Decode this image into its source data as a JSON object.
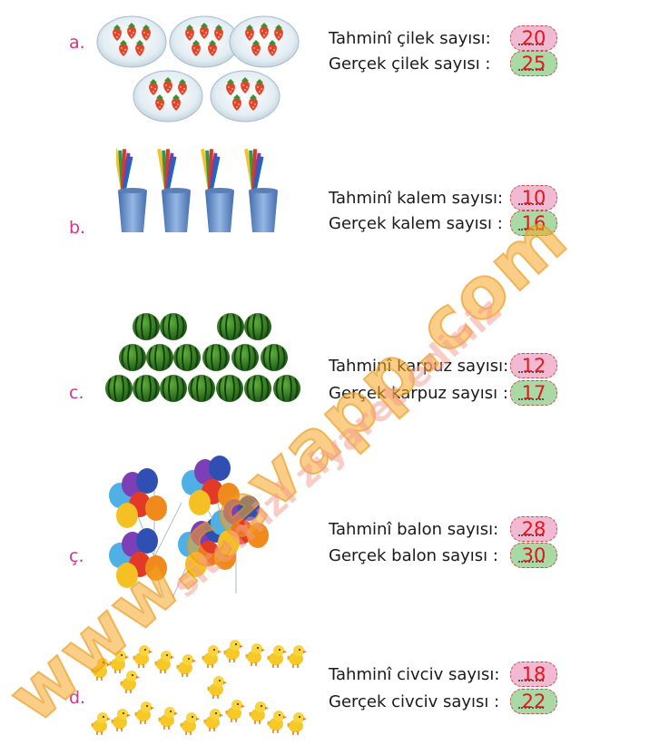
{
  "colors": {
    "label": "#d6338a",
    "estimate_bg": "#f2b9d2",
    "actual_bg": "#a9d9a4",
    "answer": "#e8141b",
    "watermark": "#f5a623"
  },
  "watermark": {
    "main": "www.cevapp.com",
    "secondary": "sitemizi ziyaret ediniz"
  },
  "items": [
    {
      "label": "a.",
      "illustration": "strawberry-plates-icon",
      "estimate_text": "Tahminî çilek sayısı:",
      "estimate_value": "20",
      "actual_text": "Gerçek çilek sayısı :",
      "actual_value": "25"
    },
    {
      "label": "b.",
      "illustration": "pencil-cups-icon",
      "estimate_text": "Tahminî kalem sayısı:",
      "estimate_value": "10",
      "actual_text": "Gerçek kalem sayısı :",
      "actual_value": "16"
    },
    {
      "label": "c.",
      "illustration": "watermelon-pile-icon",
      "estimate_text": "Tahminî karpuz sayısı:",
      "estimate_value": "12",
      "actual_text": "Gerçek karpuz sayısı :",
      "actual_value": "17"
    },
    {
      "label": "ç.",
      "illustration": "balloon-bunches-icon",
      "estimate_text": "Tahminî balon sayısı:",
      "estimate_value": "28",
      "actual_text": "Gerçek balon sayısı :",
      "actual_value": "30"
    },
    {
      "label": "d.",
      "illustration": "chick-group-icon",
      "estimate_text": "Tahminî civciv sayısı:",
      "estimate_value": "18",
      "actual_text": "Gerçek civciv sayısı :",
      "actual_value": "22"
    }
  ]
}
